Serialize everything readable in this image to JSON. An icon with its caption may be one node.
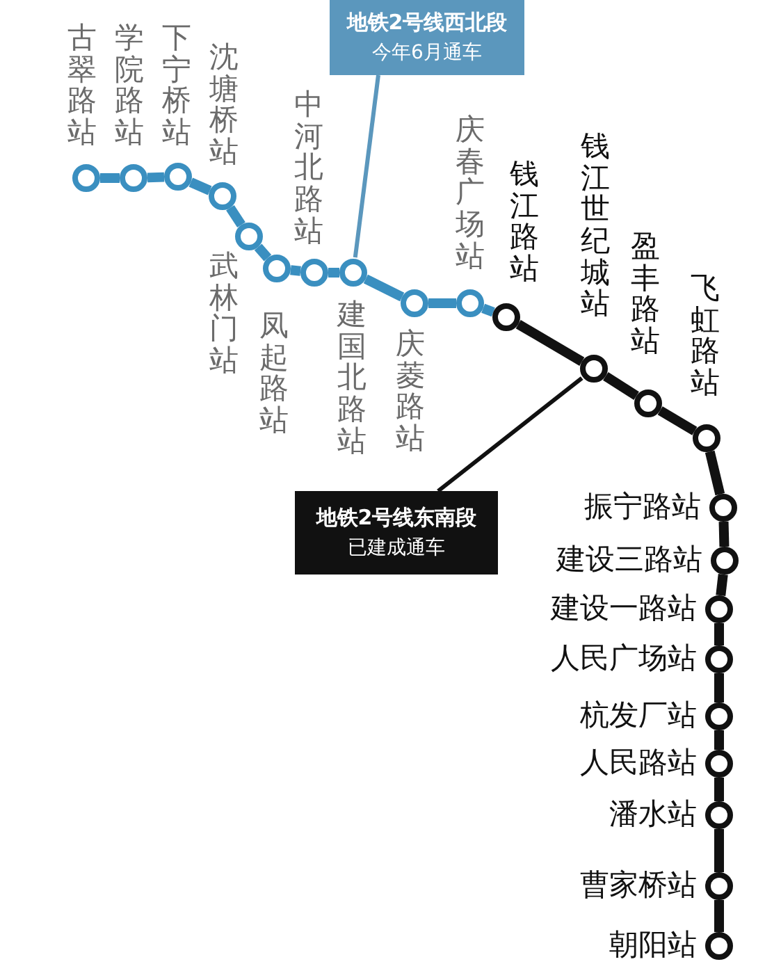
{
  "diagram": {
    "nodes": [
      {
        "text": [],
        "shape": "circle",
        "beside": [
          "古翠路站"
        ]
      },
      {
        "text": [],
        "shape": "circle",
        "beside": [
          "学院路站"
        ]
      },
      {
        "text": [],
        "shape": "circle",
        "beside": [
          "下宁桥站"
        ]
      },
      {
        "text": [],
        "shape": "circle",
        "beside": [
          "沈塘桥站"
        ]
      },
      {
        "text": [],
        "shape": "circle",
        "beside": [
          "武林门站"
        ]
      },
      {
        "text": [],
        "shape": "circle",
        "beside": [
          "凤起路站"
        ]
      },
      {
        "text": [],
        "shape": "circle",
        "beside": [
          "中河北路站"
        ]
      },
      {
        "text": [],
        "shape": "circle",
        "beside": [
          "建国北路站"
        ]
      },
      {
        "text": [],
        "shape": "circle",
        "beside": [
          "庆菱路站"
        ]
      },
      {
        "text": [],
        "shape": "circle",
        "beside": [
          "庆春广场站"
        ]
      },
      {
        "text": [],
        "shape": "circle",
        "beside": [
          "钱江路站"
        ]
      },
      {
        "text": [],
        "shape": "circle",
        "beside": [
          "钱江世纪城站"
        ]
      },
      {
        "text": [],
        "shape": "circle",
        "beside": [
          "盈丰路站"
        ]
      },
      {
        "text": [],
        "shape": "circle",
        "beside": [
          "飞虹路站"
        ]
      },
      {
        "text": [],
        "shape": "circle",
        "beside": [
          "振宁路站"
        ]
      },
      {
        "text": [],
        "shape": "circle",
        "beside": [
          "建设三路站"
        ]
      },
      {
        "text": [],
        "shape": "circle",
        "beside": [
          "建设一路站"
        ]
      },
      {
        "text": [],
        "shape": "circle",
        "beside": [
          "人民广场站"
        ]
      },
      {
        "text": [],
        "shape": "circle",
        "beside": [
          "杭发厂站"
        ]
      },
      {
        "text": [],
        "shape": "circle",
        "beside": [
          "人民路站"
        ]
      },
      {
        "text": [],
        "shape": "circle",
        "beside": [
          "潘水站"
        ]
      },
      {
        "text": [],
        "shape": "circle",
        "beside": [
          "曹家桥站"
        ]
      },
      {
        "text": [],
        "shape": "circle",
        "beside": [
          "朝阳站"
        ]
      },
      {
        "text": [
          "地铁2号线西北段",
          "今年6月通车"
        ]
      },
      {
        "text": [
          "地铁2号线东南段",
          "已建成通车"
        ]
      }
    ],
    "edges": [
      {
        "from": 0,
        "to": 1,
        "arrow": "none",
        "color": "#3a8fc0"
      },
      {
        "from": 1,
        "to": 2,
        "arrow": "none",
        "color": "#3a8fc0"
      },
      {
        "from": 2,
        "to": 3,
        "arrow": "none",
        "color": "#3a8fc0"
      },
      {
        "from": 3,
        "to": 4,
        "arrow": "none",
        "color": "#3a8fc0"
      },
      {
        "from": 4,
        "to": 5,
        "arrow": "none",
        "color": "#3a8fc0"
      },
      {
        "from": 5,
        "to": 6,
        "arrow": "none",
        "color": "#3a8fc0"
      },
      {
        "from": 6,
        "to": 7,
        "arrow": "none",
        "color": "#3a8fc0"
      },
      {
        "from": 7,
        "to": 8,
        "arrow": "none",
        "color": "#3a8fc0"
      },
      {
        "from": 8,
        "to": 9,
        "arrow": "none",
        "color": "#3a8fc0"
      },
      {
        "from": 9,
        "to": 10,
        "arrow": "none",
        "color": "#3a8fc0"
      },
      {
        "from": 10,
        "to": 11,
        "arrow": "none"
      },
      {
        "from": 11,
        "to": 12,
        "arrow": "none"
      },
      {
        "from": 12,
        "to": 13,
        "arrow": "none"
      },
      {
        "from": 13,
        "to": 14,
        "arrow": "none"
      },
      {
        "from": 14,
        "to": 15,
        "arrow": "none"
      },
      {
        "from": 15,
        "to": 16,
        "arrow": "none"
      },
      {
        "from": 16,
        "to": 17,
        "arrow": "none"
      },
      {
        "from": 17,
        "to": 18,
        "arrow": "none"
      },
      {
        "from": 18,
        "to": 19,
        "arrow": "none"
      },
      {
        "from": 19,
        "to": 20,
        "arrow": "none"
      },
      {
        "from": 20,
        "to": 21,
        "arrow": "none"
      },
      {
        "from": 21,
        "to": 22,
        "arrow": "none"
      },
      {
        "from": 23,
        "to": 7,
        "arrow": "none",
        "color": "#5b97bd"
      },
      {
        "from": 24,
        "to": 11,
        "arrow": "none"
      }
    ]
  }
}
